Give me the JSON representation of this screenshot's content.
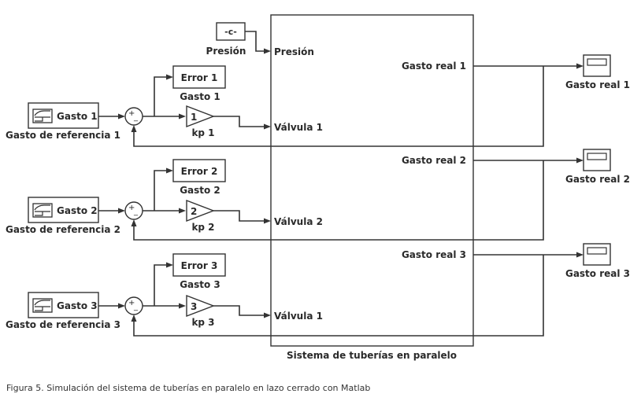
{
  "diagram": {
    "constant": {
      "value": "-c-",
      "label": "Presión"
    },
    "system": {
      "label": "Sistema de tuberías en paralelo",
      "inputs": [
        "Presión",
        "Válvula 1",
        "Válvula 2",
        "Válvula 1"
      ],
      "outputs": [
        "Gasto real 1",
        "Gasto real 2",
        "Gasto real 3"
      ]
    },
    "loops": [
      {
        "source": {
          "text": "Gasto 1",
          "label": "Gasto de referencia 1"
        },
        "sum_signs": [
          "+",
          "_"
        ],
        "error_display": {
          "text": "Error 1",
          "label": "Gasto 1"
        },
        "gain": {
          "value": "1",
          "label": "kp 1"
        },
        "system_input": "Válvula 1",
        "system_output": "Gasto real 1",
        "scope_label": "Gasto real 1"
      },
      {
        "source": {
          "text": "Gasto 2",
          "label": "Gasto de referencia 2"
        },
        "sum_signs": [
          "+",
          "_"
        ],
        "error_display": {
          "text": "Error 2",
          "label": "Gasto 2"
        },
        "gain": {
          "value": "2",
          "label": "kp 2"
        },
        "system_input": "Válvula 2",
        "system_output": "Gasto real 2",
        "scope_label": "Gasto real 2"
      },
      {
        "source": {
          "text": "Gasto 3",
          "label": "Gasto de referencia 3"
        },
        "sum_signs": [
          "+",
          "_"
        ],
        "error_display": {
          "text": "Error 3",
          "label": "Gasto 3"
        },
        "gain": {
          "value": "3",
          "label": "kp 3"
        },
        "system_input": "Válvula 1",
        "system_output": "Gasto real 3",
        "scope_label": "Gasto real 3"
      }
    ]
  },
  "caption": "Figura 5. Simulación del sistema de tuberías en paralelo en lazo cerrado con Matlab"
}
